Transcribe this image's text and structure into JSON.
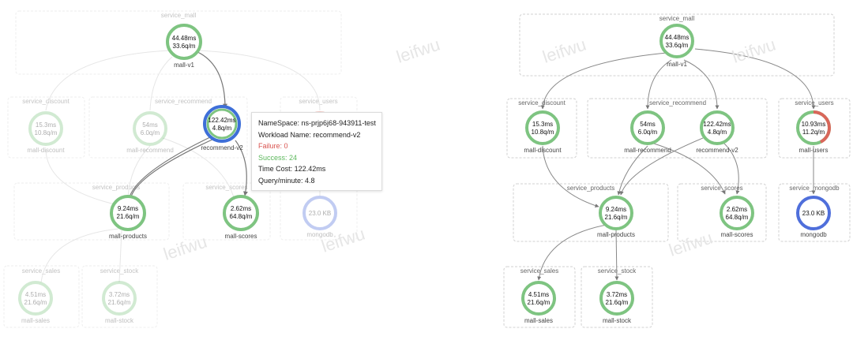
{
  "watermark": "leifwu",
  "groups": {
    "service_mall": "service_mall",
    "service_discount": "service_discount",
    "service_recommend": "service_recommend",
    "service_users": "service_users",
    "service_products": "service_products",
    "service_scores": "service_scores",
    "service_mongodb": "service_mongodb",
    "service_sales": "service_sales",
    "service_stock": "service_stock"
  },
  "nodes": {
    "mall_v1": {
      "name": "mall-v1",
      "time": "44.48ms",
      "qpm": "33.6q/m",
      "status": "healthy"
    },
    "mall_discount": {
      "name": "mall-discount",
      "time": "15.3ms",
      "qpm": "10.8q/m",
      "status": "healthy"
    },
    "mall_recommend": {
      "name": "mall-recommend",
      "time": "54ms",
      "qpm": "6.0q/m",
      "status": "healthy"
    },
    "recommend_v2": {
      "name": "recommend-v2",
      "time": "122.42ms",
      "qpm": "4.8q/m",
      "status": "healthy"
    },
    "mall_users": {
      "name": "mall-users",
      "time": "10.93ms",
      "qpm": "11.2q/m",
      "status": "partial-failure"
    },
    "mall_products": {
      "name": "mall-products",
      "time": "9.24ms",
      "qpm": "21.6q/m",
      "status": "healthy"
    },
    "mall_scores": {
      "name": "mall-scores",
      "time": "2.62ms",
      "qpm": "64.8q/m",
      "status": "healthy"
    },
    "mongodb": {
      "name": "mongodb",
      "time": "23.0 KB",
      "qpm": "",
      "status": "database"
    },
    "mall_sales": {
      "name": "mall-sales",
      "time": "4.51ms",
      "qpm": "21.6q/m",
      "status": "healthy"
    },
    "mall_stock": {
      "name": "mall-stock",
      "time": "3.72ms",
      "qpm": "21.6q/m",
      "status": "healthy"
    }
  },
  "tooltip": {
    "namespace_label": "NameSpace:",
    "namespace_value": "ns-prjp6j68-943911-test",
    "workload_label": "Workload Name:",
    "workload_value": "recommend-v2",
    "failure": "Failure: 0",
    "success": "Success: 24",
    "time_cost": "Time Cost: 122.42ms",
    "qpm": "Query/minute: 4.8"
  },
  "colors": {
    "healthy": "#7ec481",
    "failure": "#d9675a",
    "database": "#4f6fdb",
    "selected": "#3e6fd8",
    "edge": "#888888",
    "group_border": "#d0d0d0"
  }
}
